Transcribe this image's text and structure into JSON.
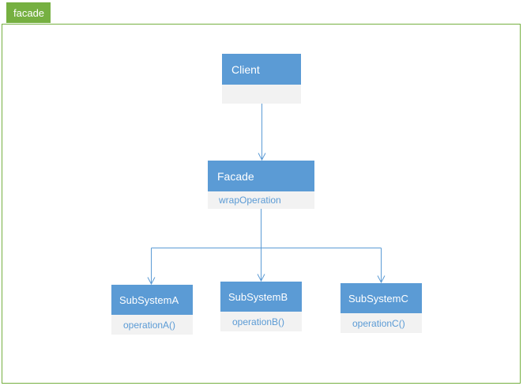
{
  "tab": {
    "label": "facade"
  },
  "colors": {
    "accent_green": "#76b041",
    "accent_blue": "#5b9bd5",
    "node_body_bg": "#f2f2f2",
    "node_body_text": "#5b9bd5",
    "connector_color": "#5b9bd5"
  },
  "nodes": {
    "client": {
      "title": "Client",
      "body": ""
    },
    "facade": {
      "title": "Facade",
      "body": "wrapOperation"
    },
    "subsystem_a": {
      "title": "SubSystemA",
      "body": "operationA()"
    },
    "subsystem_b": {
      "title": "SubSystemB",
      "body": "operationB()"
    },
    "subsystem_c": {
      "title": "SubSystemC",
      "body": "operationC()"
    }
  }
}
